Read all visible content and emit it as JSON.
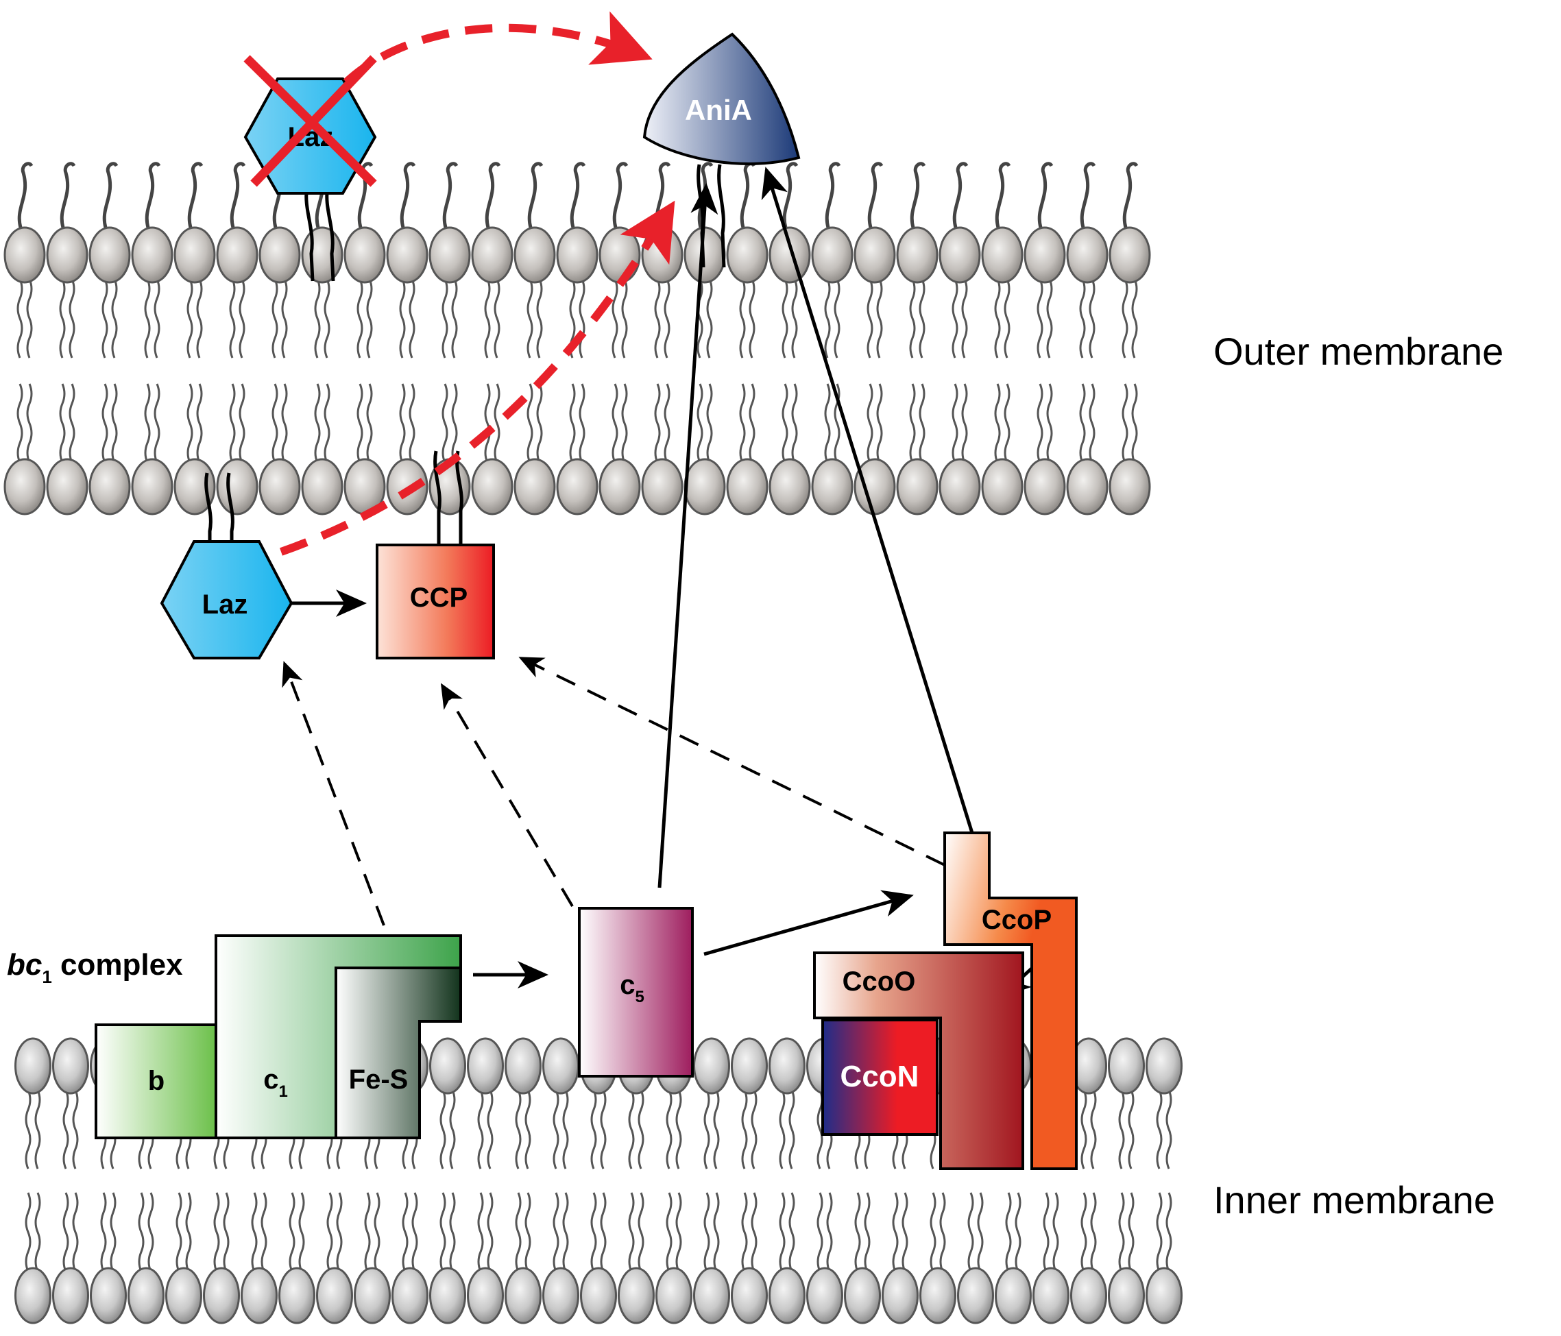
{
  "labels": {
    "outer_membrane": "Outer membrane",
    "inner_membrane": "Inner membrane",
    "bc1_complex_italic": "bc",
    "bc1_complex_sub": "1",
    "bc1_complex_rest": " complex",
    "b": "b",
    "c1_main": "c",
    "c1_sub": "1",
    "fes": "Fe-S",
    "c5_main": "c",
    "c5_sub": "5",
    "ccop": "CcoP",
    "ccoo": "CcoO",
    "ccon": "CcoN",
    "laz": "Laz",
    "laz_crossed": "Laz",
    "ccp": "CCP",
    "ania": "AniA"
  },
  "colors": {
    "inhibition_red": "#e8212a",
    "lipid_head": "#bdb8b3",
    "laz_blue": "#1ab5ee",
    "ania_navy": "#1e3a78"
  }
}
